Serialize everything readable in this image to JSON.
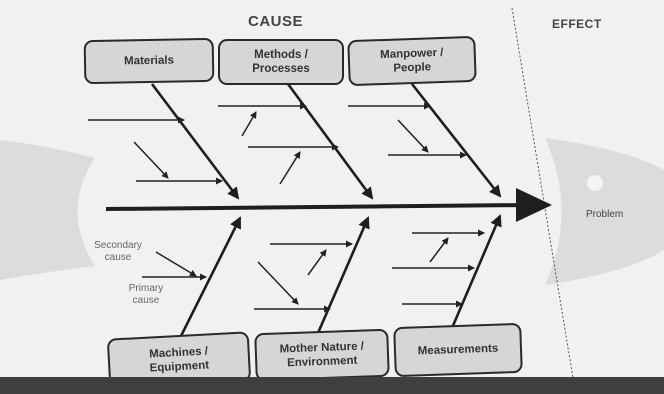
{
  "header": {
    "cause": "CAUSE",
    "effect": "EFFECT"
  },
  "categories": {
    "materials": "Materials",
    "methods": "Methods /\nProcesses",
    "manpower": "Manpower /\nPeople",
    "machines": "Machines /\nEquipment",
    "mother_nature": "Mother Nature /\nEnvironment",
    "measurements": "Measurements"
  },
  "annotations": {
    "secondary_cause": "Secondary\ncause",
    "primary_cause": "Primary\ncause"
  },
  "effect_label": "Problem",
  "colors": {
    "background": "#f1f1f1",
    "line": "#1e1e1e",
    "box_fill": "#d6d6d6",
    "fish_shape": "#dcdcdc",
    "bottom_bar": "#3f3f3f"
  }
}
